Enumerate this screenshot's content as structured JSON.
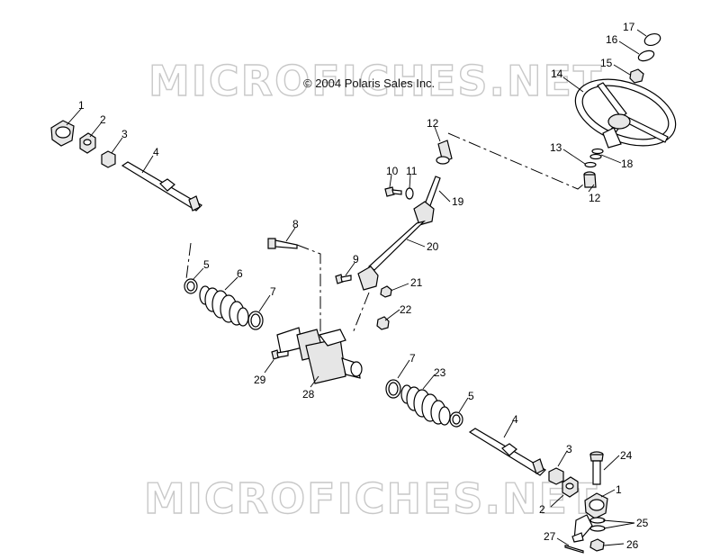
{
  "watermark_top": "MICROFICHES.NET",
  "watermark_bottom": "MICROFICHES.NET",
  "copyright": "© 2004 Polaris Sales Inc.",
  "callouts": [
    {
      "id": "c1a",
      "label": "1"
    },
    {
      "id": "c2a",
      "label": "2"
    },
    {
      "id": "c3a",
      "label": "3"
    },
    {
      "id": "c4a",
      "label": "4"
    },
    {
      "id": "c5a",
      "label": "5"
    },
    {
      "id": "c6",
      "label": "6"
    },
    {
      "id": "c7a",
      "label": "7"
    },
    {
      "id": "c8",
      "label": "8"
    },
    {
      "id": "c9",
      "label": "9"
    },
    {
      "id": "c10",
      "label": "10"
    },
    {
      "id": "c11",
      "label": "11"
    },
    {
      "id": "c12a",
      "label": "12"
    },
    {
      "id": "c12b",
      "label": "12"
    },
    {
      "id": "c13",
      "label": "13"
    },
    {
      "id": "c14",
      "label": "14"
    },
    {
      "id": "c15",
      "label": "15"
    },
    {
      "id": "c16",
      "label": "16"
    },
    {
      "id": "c17",
      "label": "17"
    },
    {
      "id": "c18",
      "label": "18"
    },
    {
      "id": "c19",
      "label": "19"
    },
    {
      "id": "c20",
      "label": "20"
    },
    {
      "id": "c21",
      "label": "21"
    },
    {
      "id": "c22",
      "label": "22"
    },
    {
      "id": "c23",
      "label": "23"
    },
    {
      "id": "c24",
      "label": "24"
    },
    {
      "id": "c25",
      "label": "25"
    },
    {
      "id": "c26",
      "label": "26"
    },
    {
      "id": "c27",
      "label": "27"
    },
    {
      "id": "c28",
      "label": "28"
    },
    {
      "id": "c29",
      "label": "29"
    },
    {
      "id": "c7b",
      "label": "7"
    },
    {
      "id": "c5b",
      "label": "5"
    },
    {
      "id": "c4b",
      "label": "4"
    },
    {
      "id": "c3b",
      "label": "3"
    },
    {
      "id": "c2b",
      "label": "2"
    },
    {
      "id": "c1b",
      "label": "1"
    }
  ]
}
